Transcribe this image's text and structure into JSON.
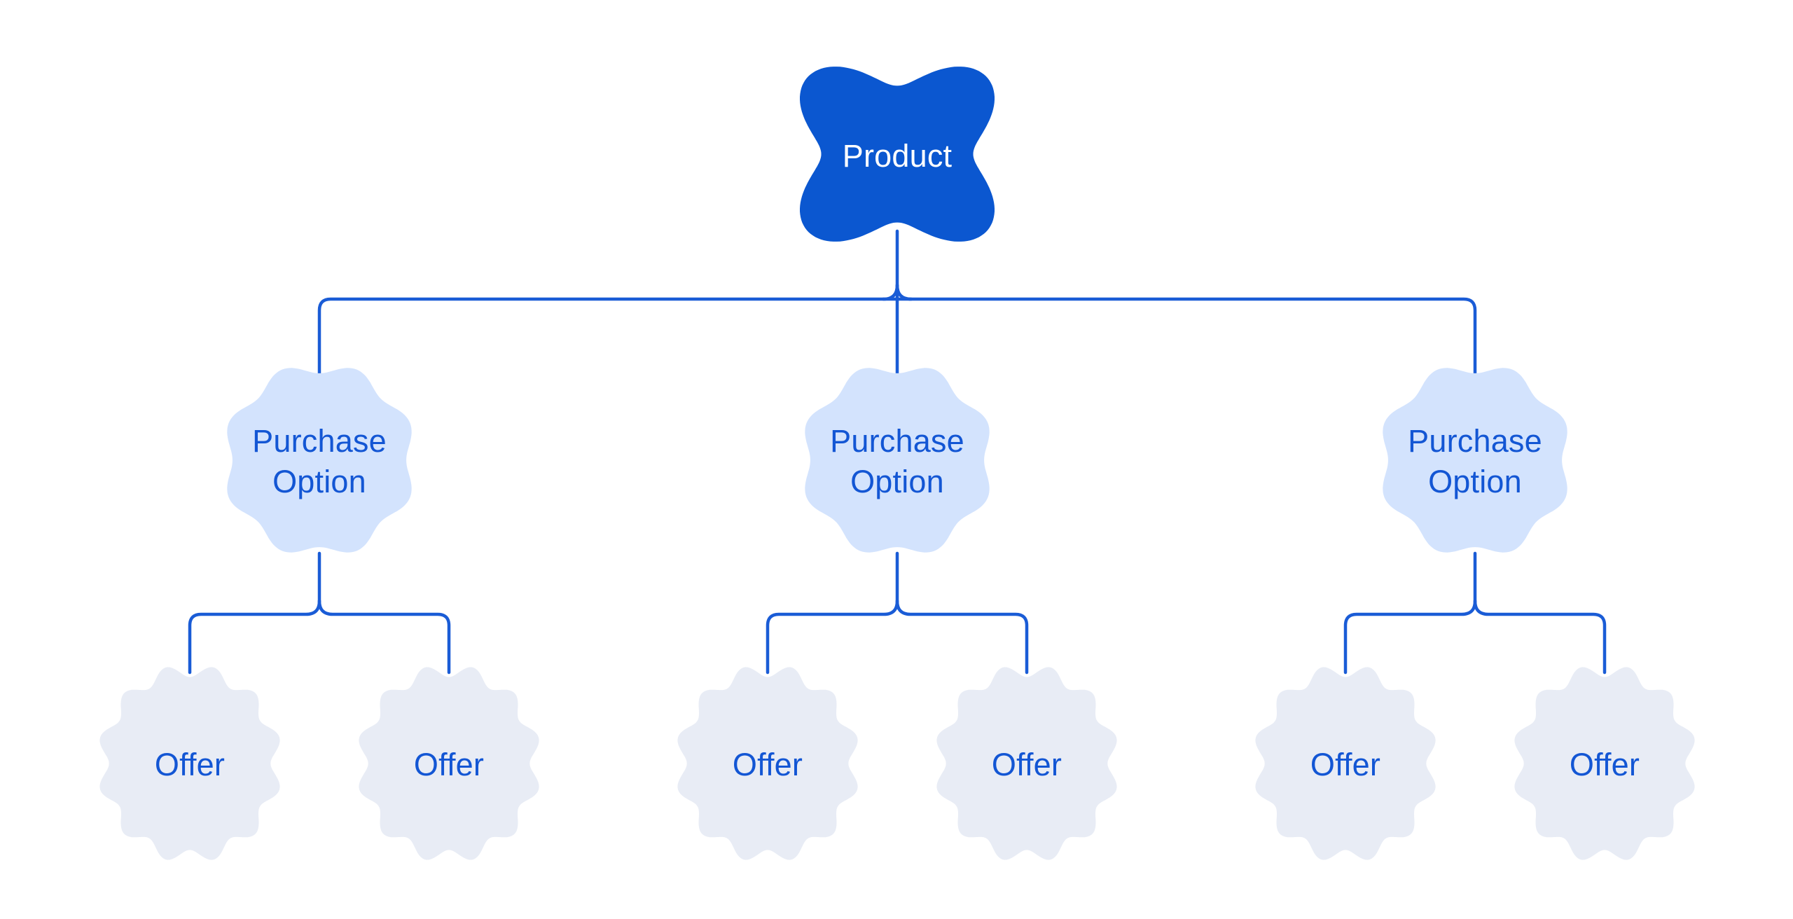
{
  "diagram": {
    "type": "tree",
    "root": {
      "label": "Product"
    },
    "options": [
      {
        "label": "Purchase Option",
        "offers": [
          {
            "label": "Offer"
          },
          {
            "label": "Offer"
          }
        ]
      },
      {
        "label": "Purchase Option",
        "offers": [
          {
            "label": "Offer"
          },
          {
            "label": "Offer"
          }
        ]
      },
      {
        "label": "Purchase Option",
        "offers": [
          {
            "label": "Offer"
          },
          {
            "label": "Offer"
          }
        ]
      }
    ],
    "colors": {
      "background": "#ffffff",
      "connector": "#1a5cd6",
      "root_fill": "#0b57d0",
      "root_text": "#ffffff",
      "option_fill": "#d3e3fd",
      "option_text": "#1356d4",
      "offer_fill": "#e8ecf5",
      "offer_text": "#1356d4"
    }
  }
}
